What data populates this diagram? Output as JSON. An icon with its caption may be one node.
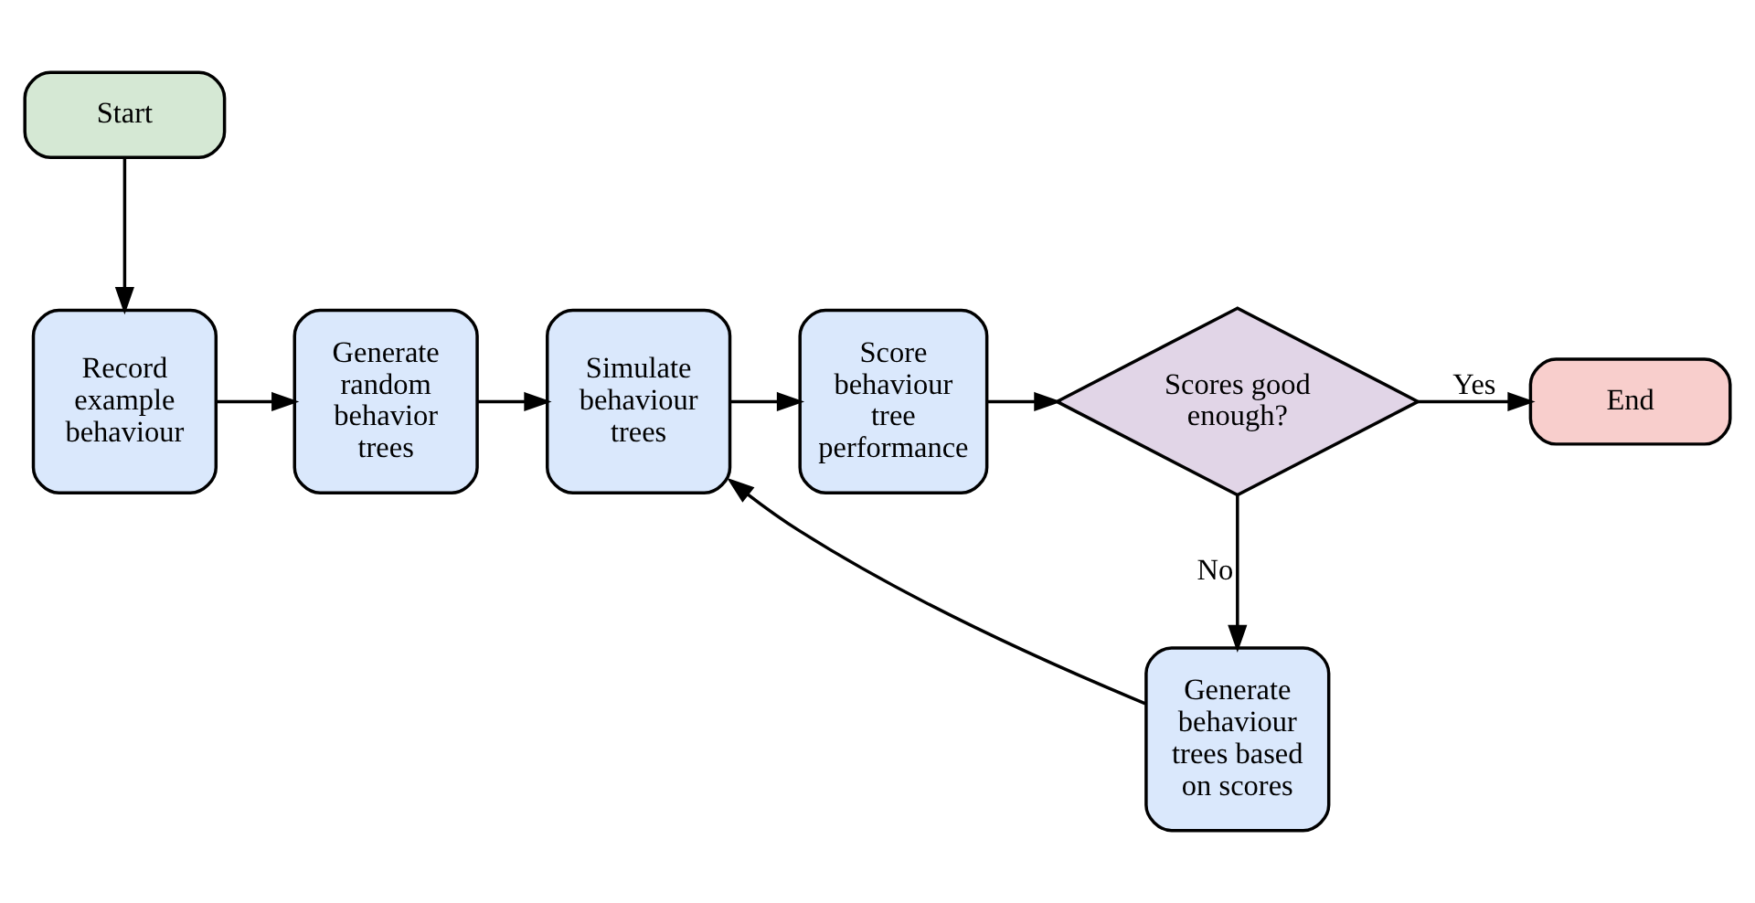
{
  "diagram": {
    "nodes": [
      {
        "text": [
          "Start"
        ]
      },
      {
        "text": [
          "Record example behaviour"
        ]
      },
      {
        "text": [
          "Generate random behavior trees"
        ]
      },
      {
        "text": [
          "Simulate behaviour trees"
        ]
      },
      {
        "text": [
          "Score behaviour tree performance"
        ]
      },
      {
        "text": [
          "Scores good enough?"
        ]
      },
      {
        "text": [
          "End"
        ]
      },
      {
        "text": [
          "Generate behaviour trees based on scores"
        ]
      }
    ],
    "edges": [
      {
        "from": 0,
        "to": 1,
        "arrow": "to"
      },
      {
        "from": 1,
        "to": 2,
        "arrow": "to"
      },
      {
        "from": 2,
        "to": 3,
        "arrow": "to"
      },
      {
        "from": 3,
        "to": 4,
        "arrow": "to"
      },
      {
        "from": 4,
        "to": 5,
        "arrow": "to"
      },
      {
        "from": 5,
        "to": 6,
        "arrow": "to",
        "label": "Yes"
      },
      {
        "from": 5,
        "to": 7,
        "arrow": "to",
        "label": "No"
      },
      {
        "from": 7,
        "to": 3,
        "arrow": "to"
      }
    ]
  }
}
